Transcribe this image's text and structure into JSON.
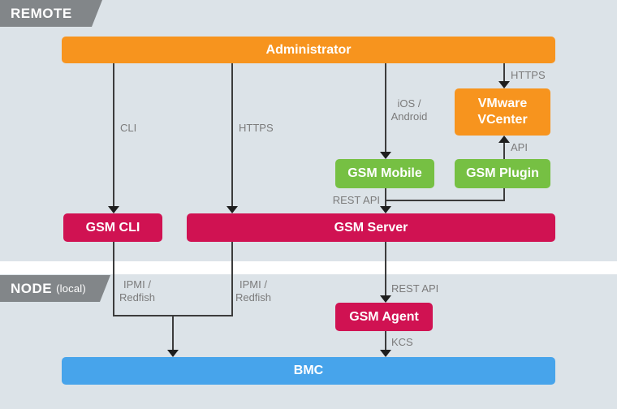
{
  "colors": {
    "background": "#dce3e8",
    "divider": "#ffffff",
    "tag-gray": "#828689",
    "orange": "#f7941e",
    "green": "#76c043",
    "crimson": "#d01252",
    "blue": "#47a4eb",
    "line": "#3c3c3c",
    "arrow": "#1e1e1e",
    "edge-label": "#7b7b7b"
  },
  "sections": {
    "remote": {
      "label": "REMOTE"
    },
    "node": {
      "label": "NODE",
      "sublabel": "(local)"
    }
  },
  "nodes": {
    "administrator": {
      "label": "Administrator"
    },
    "vmware_vcenter": {
      "line1": "VMware",
      "line2": "VCenter"
    },
    "gsm_mobile": {
      "label": "GSM Mobile"
    },
    "gsm_plugin": {
      "label": "GSM Plugin"
    },
    "gsm_cli": {
      "label": "GSM CLI"
    },
    "gsm_server": {
      "label": "GSM Server"
    },
    "gsm_agent": {
      "label": "GSM Agent"
    },
    "bmc": {
      "label": "BMC"
    }
  },
  "edge_labels": {
    "cli": "CLI",
    "https_admin_to_server": "HTTPS",
    "ios_android_line1": "iOS /",
    "ios_android_line2": "Android",
    "https_admin_to_vcenter": "HTTPS",
    "api": "API",
    "rest_api_mobile_to_server": "REST API",
    "ipmi_redfish_left_line1": "IPMI /",
    "ipmi_redfish_left_line2": "Redfish",
    "ipmi_redfish_right_line1": "IPMI /",
    "ipmi_redfish_right_line2": "Redfish",
    "rest_api_server_to_agent": "REST API",
    "kcs": "KCS"
  }
}
